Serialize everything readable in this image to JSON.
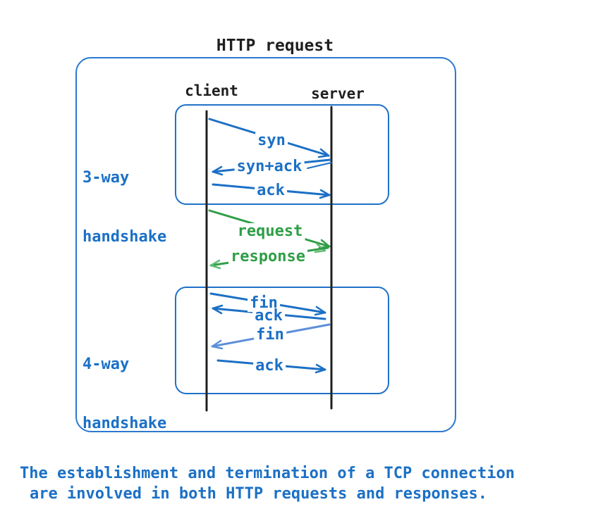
{
  "diagram": {
    "title": "HTTP request",
    "client_label": "client",
    "server_label": "server",
    "sections": {
      "three_way": {
        "line1": "3-way",
        "line2": "handshake"
      },
      "four_way": {
        "line1": "4-way",
        "line2": "handshake"
      }
    },
    "arrows": [
      {
        "label": "syn",
        "from": "client",
        "to": "server",
        "phase": "3-way handshake"
      },
      {
        "label": "syn+ack",
        "from": "server",
        "to": "client",
        "phase": "3-way handshake"
      },
      {
        "label": "ack",
        "from": "client",
        "to": "server",
        "phase": "3-way handshake"
      },
      {
        "label": "request",
        "from": "client",
        "to": "server",
        "phase": "http exchange"
      },
      {
        "label": "response",
        "from": "server",
        "to": "client",
        "phase": "http exchange"
      },
      {
        "label": "fin",
        "from": "client",
        "to": "server",
        "phase": "4-way handshake"
      },
      {
        "label": "ack",
        "from": "server",
        "to": "client",
        "phase": "4-way handshake"
      },
      {
        "label": "fin",
        "from": "server",
        "to": "client",
        "phase": "4-way handshake"
      },
      {
        "label": "ack",
        "from": "client",
        "to": "server",
        "phase": "4-way handshake"
      }
    ],
    "colors": {
      "blue": "#1b70c5",
      "light_blue": "#5d8fd9",
      "green": "#2f9e47",
      "light_green": "#63bb74",
      "ink": "#1f1f1f",
      "box_border": "#2b79d0"
    }
  },
  "caption": {
    "line1": "The establishment and termination of a TCP connection",
    "line2": "are involved in both HTTP requests and responses."
  }
}
